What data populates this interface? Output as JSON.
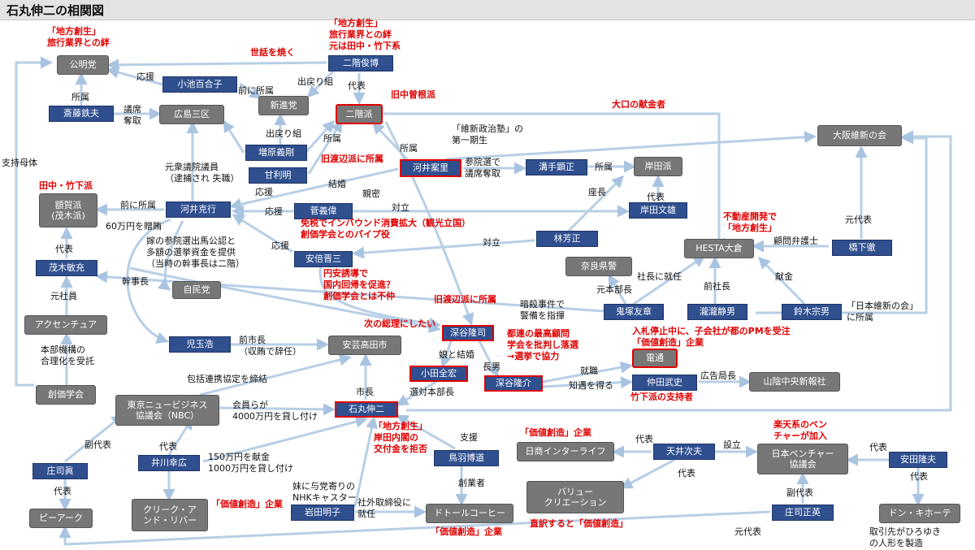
{
  "title": "石丸伸二の相関図",
  "nodes": {
    "komeito": {
      "text": "公明党",
      "style": "gray"
    },
    "nikai_toshihiro": {
      "text": "二階俊博",
      "style": "blue"
    },
    "koike_yuriko": {
      "text": "小池百合子",
      "style": "blue"
    },
    "shinshinto": {
      "text": "新進党",
      "style": "gray"
    },
    "saito_tetsuo": {
      "text": "斎藤鉄夫",
      "style": "blue"
    },
    "hiroshima3ku": {
      "text": "広島三区",
      "style": "gray"
    },
    "nikai_ha": {
      "text": "二階派",
      "style": "gray",
      "highlight": true
    },
    "masuhara": {
      "text": "増原義剛",
      "style": "blue"
    },
    "amari": {
      "text": "甘利明",
      "style": "blue"
    },
    "kawai_anri": {
      "text": "河井案里",
      "style": "blue",
      "highlight": true
    },
    "mizote": {
      "text": "溝手顕正",
      "style": "blue"
    },
    "kishida_ha": {
      "text": "岸田派",
      "style": "gray"
    },
    "osaka_ishin": {
      "text": "大阪維新の会",
      "style": "gray"
    },
    "nukaga_ha": {
      "text": "額賀派\n(茂木派)",
      "style": "gray"
    },
    "kawai_katsuyuki": {
      "text": "河井克行",
      "style": "blue"
    },
    "suga": {
      "text": "菅義偉",
      "style": "blue"
    },
    "kishida_fumio": {
      "text": "岸田文雄",
      "style": "blue"
    },
    "hayashi": {
      "text": "林芳正",
      "style": "blue"
    },
    "abe": {
      "text": "安倍晋三",
      "style": "blue"
    },
    "hesta": {
      "text": "HESTA大倉",
      "style": "gray"
    },
    "hashimoto": {
      "text": "橋下徹",
      "style": "blue"
    },
    "motegi": {
      "text": "茂木敏充",
      "style": "blue"
    },
    "nara_police": {
      "text": "奈良県警",
      "style": "gray"
    },
    "jiminto": {
      "text": "自民党",
      "style": "gray"
    },
    "onizuka": {
      "text": "鬼塚友章",
      "style": "blue"
    },
    "takiwa": {
      "text": "瀧瀧静男",
      "style": "blue"
    },
    "suzuki_muneo": {
      "text": "鈴木宗男",
      "style": "blue"
    },
    "accenture": {
      "text": "アクセンチュア",
      "style": "gray"
    },
    "kodama": {
      "text": "児玉浩",
      "style": "blue"
    },
    "akitakata": {
      "text": "安芸高田市",
      "style": "gray"
    },
    "fukaya_ryuji": {
      "text": "深谷隆司",
      "style": "blue",
      "highlight": true
    },
    "odazenko": {
      "text": "小田全宏",
      "style": "blue",
      "highlight": true
    },
    "dentsu": {
      "text": "電通",
      "style": "gray",
      "highlight": true
    },
    "fukaya_ryusuke": {
      "text": "深谷隆介",
      "style": "blue",
      "highlight": true
    },
    "nakata": {
      "text": "仲田武史",
      "style": "blue"
    },
    "sanin": {
      "text": "山陰中央新報社",
      "style": "gray"
    },
    "soka": {
      "text": "創価学会",
      "style": "gray"
    },
    "nbc": {
      "text": "東京ニュービジネス\n協議会（NBC）",
      "style": "gray"
    },
    "ishimaru": {
      "text": "石丸伸二",
      "style": "blue",
      "highlight": true
    },
    "torihane": {
      "text": "鳥羽博道",
      "style": "blue"
    },
    "nissho": {
      "text": "日商インターライフ",
      "style": "gray"
    },
    "amai": {
      "text": "天井次夫",
      "style": "blue"
    },
    "jvba": {
      "text": "日本ベンチャー\n協議会",
      "style": "gray"
    },
    "yasuda": {
      "text": "安田隆夫",
      "style": "blue"
    },
    "shoji_shin": {
      "text": "庄司眞",
      "style": "blue"
    },
    "ikawa": {
      "text": "井川幸広",
      "style": "blue"
    },
    "value_creation": {
      "text": "バリュー\nクリエーション",
      "style": "gray"
    },
    "creek": {
      "text": "クリーク・ア\nンド・リバー",
      "style": "gray"
    },
    "iwata": {
      "text": "岩田明子",
      "style": "blue"
    },
    "doutor": {
      "text": "ドトールコーヒー",
      "style": "gray"
    },
    "shoji_masahide": {
      "text": "庄司正英",
      "style": "blue"
    },
    "donki": {
      "text": "ドン・キホーテ",
      "style": "gray"
    },
    "peark": {
      "text": "ピーアーク",
      "style": "gray"
    }
  },
  "labels": {
    "l1": {
      "text": "「地方創生」\n旅行業界との絆",
      "red": true
    },
    "l2": {
      "text": "「地方創生」\n旅行業界との絆\n元は田中・竹下系",
      "red": true
    },
    "l3": {
      "text": "世話を焼く",
      "red": true
    },
    "l4": {
      "text": "応援",
      "red": false
    },
    "l5": {
      "text": "出戻り組",
      "red": false
    },
    "l6": {
      "text": "前に所属",
      "red": false
    },
    "l7": {
      "text": "代表",
      "red": false
    },
    "l8": {
      "text": "旧中曽根派",
      "red": true
    },
    "l9": {
      "text": "所属",
      "red": false
    },
    "l10": {
      "text": "議席\n奪取",
      "red": false
    },
    "l11": {
      "text": "大口の献金者",
      "red": true
    },
    "l12": {
      "text": "出戻り組",
      "red": false
    },
    "l13": {
      "text": "所属",
      "red": false
    },
    "l14": {
      "text": "「維新政治塾」の\n第一期生",
      "red": false
    },
    "l15": {
      "text": "所属",
      "red": false
    },
    "l16": {
      "text": "旧渡辺派に所属",
      "red": true
    },
    "l17": {
      "text": "参院選で\n議席奪取",
      "red": false
    },
    "l18": {
      "text": "所属",
      "red": false
    },
    "l19": {
      "text": "支持母体",
      "red": false
    },
    "l20": {
      "text": "元衆議院議員\n（逮捕され 失職）",
      "red": false
    },
    "l21": {
      "text": "結婚",
      "red": false
    },
    "l22": {
      "text": "田中・竹下派",
      "red": true
    },
    "l23": {
      "text": "応援",
      "red": false
    },
    "l24": {
      "text": "親密",
      "red": false
    },
    "l25": {
      "text": "座長",
      "red": false
    },
    "l26": {
      "text": "代表",
      "red": false
    },
    "l27": {
      "text": "前に所属",
      "red": false
    },
    "l28": {
      "text": "応援",
      "red": false
    },
    "l29": {
      "text": "対立",
      "red": false
    },
    "l30": {
      "text": "免税でインバウンド消費拡大（観光立国）\n創価学会とのパイプ役",
      "red": true
    },
    "l31": {
      "text": "不動産開発で\n「地方創生」",
      "red": true
    },
    "l32": {
      "text": "元代表",
      "red": false
    },
    "l33": {
      "text": "60万円を贈賄",
      "red": false
    },
    "l34": {
      "text": "嫁の参院選出馬公認と\n多額の選挙資金を提供\n（当時の幹事長は二階）",
      "red": false
    },
    "l35": {
      "text": "対立",
      "red": false
    },
    "l36": {
      "text": "応援",
      "red": false
    },
    "l37": {
      "text": "顧問弁護士",
      "red": false
    },
    "l38": {
      "text": "代表",
      "red": false
    },
    "l39": {
      "text": "円安誘導で\n国内回帰を促進？\n創価学会とは不仲",
      "red": true
    },
    "l40": {
      "text": "社長に就任",
      "red": false
    },
    "l41": {
      "text": "献金",
      "red": false
    },
    "l42": {
      "text": "元社員",
      "red": false
    },
    "l43": {
      "text": "幹事長",
      "red": false
    },
    "l44": {
      "text": "元本部長",
      "red": false
    },
    "l45": {
      "text": "前社長",
      "red": false
    },
    "l46": {
      "text": "旧渡辺派に所属",
      "red": true
    },
    "l47": {
      "text": "暗殺事件で\n警備を指揮",
      "red": false
    },
    "l48": {
      "text": "「日本維新の会」\nに所属",
      "red": false
    },
    "l49": {
      "text": "本部機構の\n合理化を受託",
      "red": false
    },
    "l50": {
      "text": "次の総理にしたい",
      "red": true
    },
    "l51": {
      "text": "都連の最高顧問\n学会を批判し落選\n→選挙で協力",
      "red": true
    },
    "l52": {
      "text": "入札停止中に、子会社が都のPMを受注\n「価値創造」企業",
      "red": true
    },
    "l53": {
      "text": "前市長\n（収賄で辞任）",
      "red": false
    },
    "l54": {
      "text": "娘と結婚",
      "red": false
    },
    "l55": {
      "text": "長男",
      "red": false
    },
    "l56": {
      "text": "就職",
      "red": false
    },
    "l57": {
      "text": "知遇を得る",
      "red": false
    },
    "l58": {
      "text": "広告局長",
      "red": false
    },
    "l59": {
      "text": "包括連携協定を締結",
      "red": false
    },
    "l60": {
      "text": "市長",
      "red": false
    },
    "l61": {
      "text": "選対本部長",
      "red": false
    },
    "l62": {
      "text": "竹下派の支持者",
      "red": true
    },
    "l63": {
      "text": "会員らが\n4000万円を貸し付け",
      "red": false
    },
    "l64": {
      "text": "「地方創生」\n岸田内閣の\n交付金を拒否",
      "red": true
    },
    "l65": {
      "text": "支援",
      "red": false
    },
    "l66": {
      "text": "「価値創造」企業",
      "red": true
    },
    "l67": {
      "text": "代表",
      "red": false
    },
    "l68": {
      "text": "設立",
      "red": false
    },
    "l69": {
      "text": "楽天系のベン\nチャーが加入",
      "red": true
    },
    "l70": {
      "text": "代表",
      "red": false
    },
    "l71": {
      "text": "副代表",
      "red": false
    },
    "l72": {
      "text": "代表",
      "red": false
    },
    "l73": {
      "text": "150万円を献金\n1000万円を貸し付け",
      "red": false
    },
    "l74": {
      "text": "創業者",
      "red": false
    },
    "l75": {
      "text": "代表",
      "red": false
    },
    "l76": {
      "text": "代表",
      "red": false
    },
    "l77": {
      "text": "代表",
      "red": false
    },
    "l78": {
      "text": "妹に与党寄りの\nNHKキャスター",
      "red": false
    },
    "l79": {
      "text": "「価値創造」企業",
      "red": true
    },
    "l80": {
      "text": "社外取締役に\n就任",
      "red": false
    },
    "l81": {
      "text": "直訳すると「価値創造」",
      "red": true
    },
    "l82": {
      "text": "副代表",
      "red": false
    },
    "l83": {
      "text": "「価値創造」企業",
      "red": true
    },
    "l84": {
      "text": "元代表",
      "red": false
    },
    "l85": {
      "text": "取引先がひろゆき\nの人形を製造",
      "red": false
    }
  }
}
